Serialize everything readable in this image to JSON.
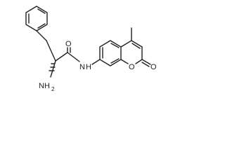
{
  "molecule": {
    "labels": {
      "amino": "NH",
      "amino_sub": "2",
      "amide_n": "N",
      "amide_h": "H",
      "amide_o": "O",
      "ring_o": "O",
      "lactone_o": "O"
    }
  },
  "colors": {
    "ink": "#222222",
    "background": "#ffffff"
  }
}
